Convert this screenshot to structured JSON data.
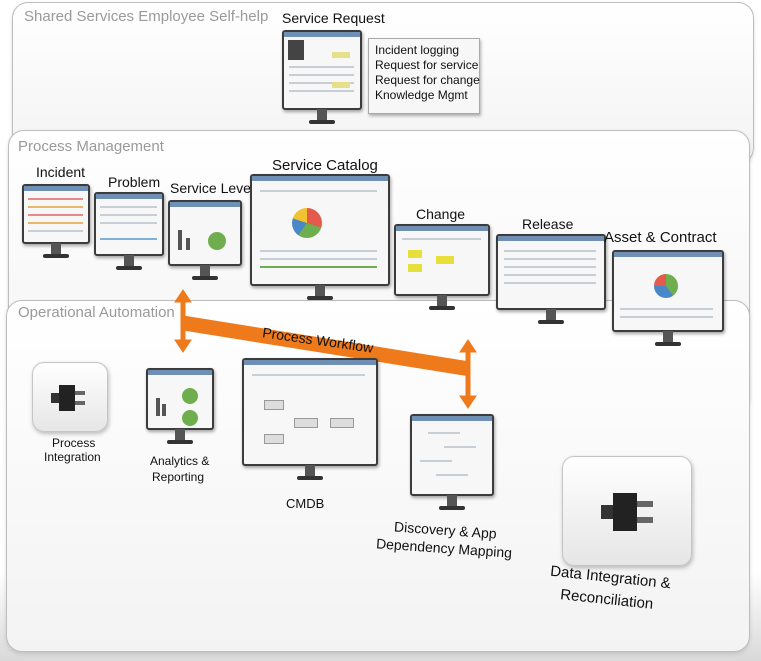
{
  "tiers": {
    "self_help": {
      "title": "Shared Services Employee Self-help"
    },
    "process_management": {
      "title": "Process Management"
    },
    "operational_automation": {
      "title": "Operational Automation"
    }
  },
  "service_request": {
    "title": "Service Request",
    "items": [
      "Incident logging",
      "Request for service",
      "Request for change",
      "Knowledge Mgmt"
    ]
  },
  "process_apps": [
    "Incident",
    "Problem",
    "Service Level",
    "Service Catalog",
    "Change",
    "Release",
    "Asset & Contract"
  ],
  "workflow": {
    "label": "Process Workflow",
    "color": "#ee7a1c"
  },
  "automation": {
    "process_integration": [
      "Process",
      "Integration"
    ],
    "analytics": [
      "Analytics &",
      "Reporting"
    ],
    "cmdb": "CMDB",
    "discovery": [
      "Discovery & App",
      "Dependency Mapping"
    ],
    "data_integration": [
      "Data Integration &",
      "Reconciliation"
    ]
  },
  "icons": {
    "plug": "plug-icon",
    "monitor": "monitor-icon"
  }
}
